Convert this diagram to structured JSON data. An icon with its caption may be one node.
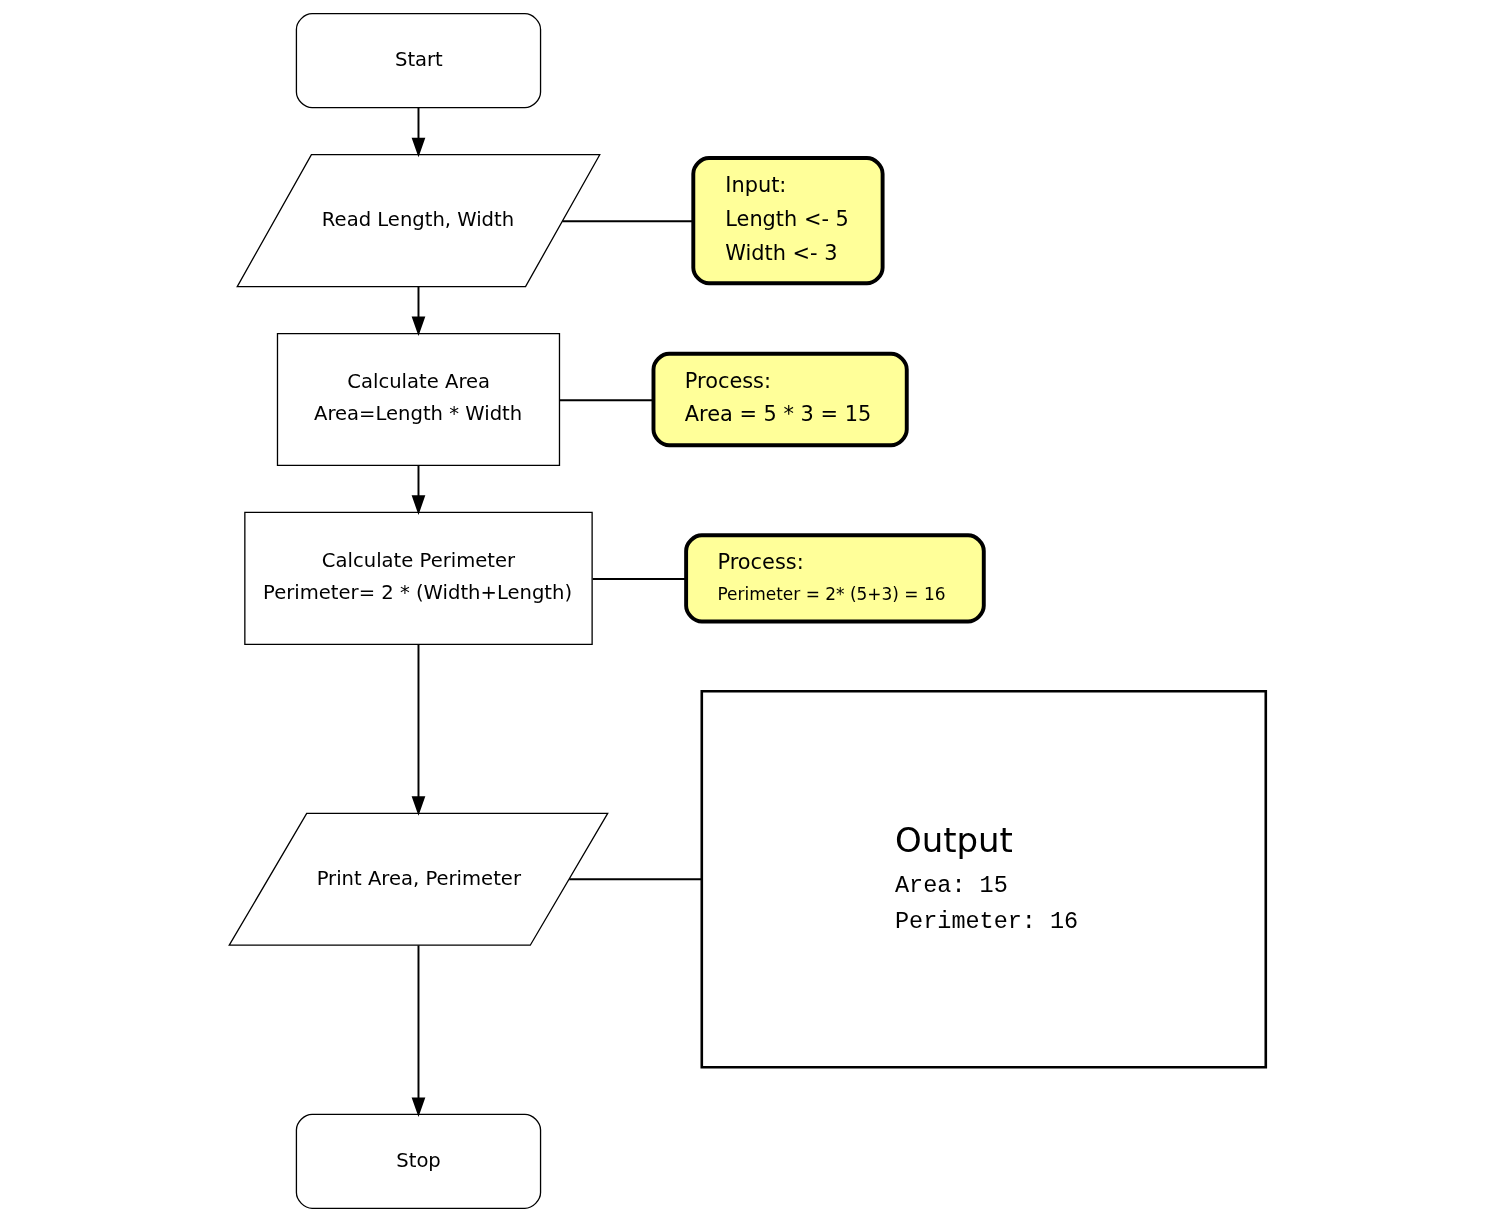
{
  "diagram": {
    "nodes": [
      {
        "text": [
          "Start"
        ]
      },
      {
        "text": [
          "Read Length, Width"
        ]
      },
      {
        "text": [
          "Calculate Area",
          "Area=Length * Width"
        ]
      },
      {
        "text": [
          "Calculate Perimeter",
          "Perimeter= 2 * (Width+Length)"
        ]
      },
      {
        "text": [
          "Print Area, Perimeter"
        ]
      },
      {
        "text": [
          "Stop"
        ]
      },
      {
        "text": [
          "Input:",
          "Length <- 5",
          "Width <- 3"
        ]
      },
      {
        "text": [
          "Process:",
          "Area = 5 * 3 = 15"
        ]
      },
      {
        "text": [
          "Process:",
          "Perimeter = 2* (5+3) = 16"
        ]
      },
      {
        "text": [
          "Output",
          "Area: 15",
          "Perimeter: 16"
        ]
      }
    ],
    "edges": [
      {
        "from": 0,
        "to": 1,
        "arrow": "to"
      },
      {
        "from": 1,
        "to": 2,
        "arrow": "to"
      },
      {
        "from": 2,
        "to": 3,
        "arrow": "to"
      },
      {
        "from": 3,
        "to": 4,
        "arrow": "to"
      },
      {
        "from": 4,
        "to": 5,
        "arrow": "to"
      },
      {
        "from": 1,
        "to": 6,
        "arrow": "none"
      },
      {
        "from": 2,
        "to": 7,
        "arrow": "none"
      },
      {
        "from": 3,
        "to": 8,
        "arrow": "none"
      },
      {
        "from": 4,
        "to": 9,
        "arrow": "none"
      }
    ]
  }
}
